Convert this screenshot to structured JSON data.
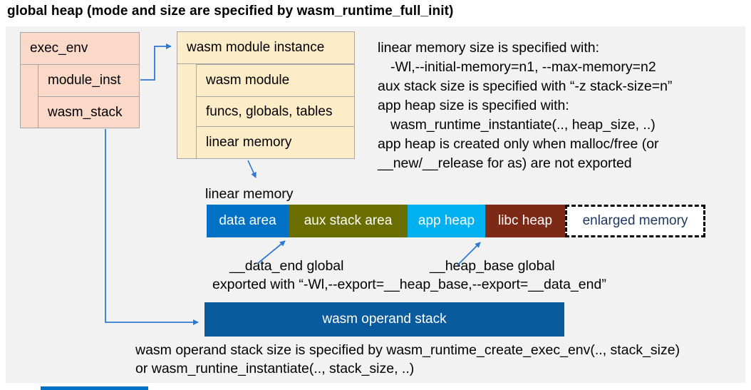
{
  "title": "global heap (mode and size are specified by wasm_runtime_full_init)",
  "exec_env": {
    "header": "exec_env",
    "fields": [
      {
        "label": "module_inst"
      },
      {
        "label": "wasm_stack"
      }
    ]
  },
  "module_instance": {
    "header": "wasm module instance",
    "rows": [
      {
        "label": "wasm module"
      },
      {
        "label": "funcs, globals, tables"
      },
      {
        "label": "linear memory"
      }
    ]
  },
  "notes": {
    "lines": [
      {
        "text": "linear memory size is specified with:",
        "indent": false
      },
      {
        "text": "-Wl,--initial-memory=n1, --max-memory=n2",
        "indent": true
      },
      {
        "text": "aux stack size is specified with “-z stack-size=n”",
        "indent": false
      },
      {
        "text": "app heap size is specified with:",
        "indent": false
      },
      {
        "text": "wasm_runtime_instantiate(.., heap_size, ..)",
        "indent": true
      },
      {
        "text": "app heap is created only when malloc/free (or",
        "indent": false
      },
      {
        "text": "__new/__release for as) are not exported",
        "indent": false
      }
    ]
  },
  "linear_memory": {
    "label": "linear memory",
    "segments": [
      {
        "label": "data area",
        "color": "#0071c5",
        "text_color": "#ffffff"
      },
      {
        "label": "aux stack area",
        "color": "#6a6e00",
        "text_color": "#ffffff"
      },
      {
        "label": "app heap",
        "color": "#00b0f0",
        "text_color": "#ffffff"
      },
      {
        "label": "libc heap",
        "color": "#7c2a16",
        "text_color": "#ffffff"
      },
      {
        "label": "enlarged memory",
        "color": "#ffffff",
        "text_color": "#1f3864",
        "dashed": true
      }
    ]
  },
  "annotations": {
    "data_end": "__data_end global",
    "heap_base": "__heap_base global",
    "exported": "exported with “-Wl,--export=__heap_base,--export=__data_end”"
  },
  "operand_stack": {
    "label": "wasm operand stack",
    "color": "#0a5a9e"
  },
  "footer": {
    "lines": [
      "wasm operand stack size is specified by wasm_runtime_create_exec_env(.., stack_size)",
      "or wasm_runtine_instantiate(.., stack_size, ..)"
    ]
  },
  "colors": {
    "panel_bg": "#f2f2f2",
    "exec_env_fill": "#fbd9c8",
    "module_instance_fill": "#fcedc8",
    "box_border": "#a6a6a6",
    "arrow": "#2d7ad3",
    "accent_bar": "#0071c5"
  }
}
